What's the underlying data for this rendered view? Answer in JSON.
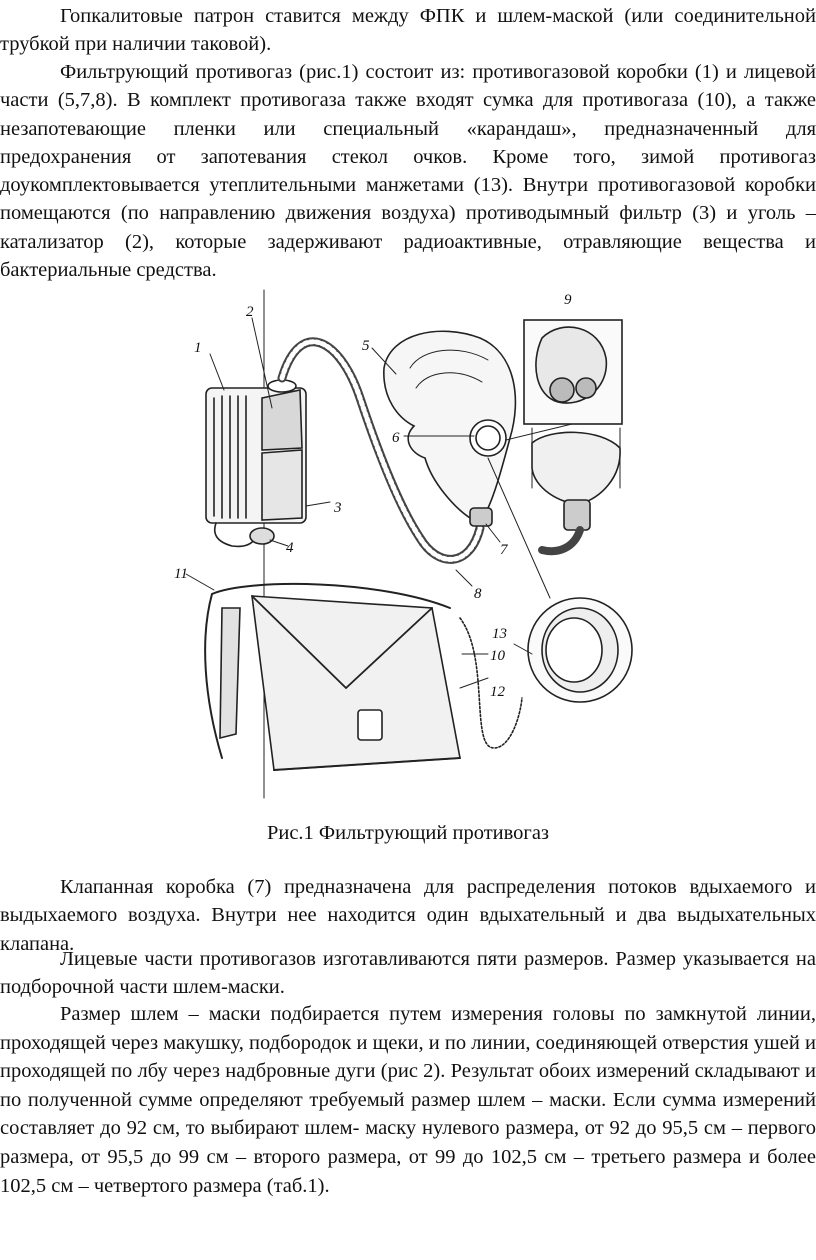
{
  "paragraphs": {
    "p1": "Гопкалитовые патрон ставится между ФПК и шлем-маской (или соединительной трубкой при наличии таковой).",
    "p2": "Фильтрующий противогаз (рис.1) состоит из: противогазовой коробки (1) и лицевой части (5,7,8). В комплект противогаза также входят сумка для противогаза (10), а также незапотевающие пленки или специальный «карандаш», предназначенный для предохранения от запотевания стекол очков. Кроме того, зимой противогаз доукомплектовывается утеплительными манжетами (13). Внутри противогазовой коробки помещаются (по направлению движения воздуха) противодымный фильтр (3) и уголь – катализатор (2), которые задерживают радиоактивные, отравляющие вещества и бактериальные средства.",
    "p3": "Клапанная коробка (7) предназначена для распределения потоков вдыхаемого и выдыхаемого воздуха. Внутри нее находится один вдыхательный и два выдыхательных клапана.",
    "p4": "Лицевые части противогазов изготавливаются пяти размеров. Размер указывается на подборочной части шлем-маски.",
    "p5": "Размер шлем – маски подбирается путем измерения головы по замкнутой линии, проходящей через макушку, подбородок и щеки, и по линии, соединяющей отверстия ушей и проходящей по лбу через надбровные дуги (рис 2). Результат обоих измерений складывают и по полученной сумме определяют требуемый размер шлем – маски. Если сумма измерений составляет до 92 см, то выбирают шлем- маску нулевого размера, от 92 до 95,5 см – первого размера, от 95,5 до 99 см – второго размера, от 99 до 102,5 см – третьего размера и более 102,5 см – четвертого размера (таб.1)."
  },
  "figure": {
    "caption": "Рис.1  Фильтрующий противогаз",
    "labels": {
      "l1": "1",
      "l2": "2",
      "l3": "3",
      "l4": "4",
      "l5": "5",
      "l6": "6",
      "l7": "7",
      "l8": "8",
      "l9": "9",
      "l10": "10",
      "l11": "11",
      "l12": "12",
      "l13": "13"
    }
  }
}
